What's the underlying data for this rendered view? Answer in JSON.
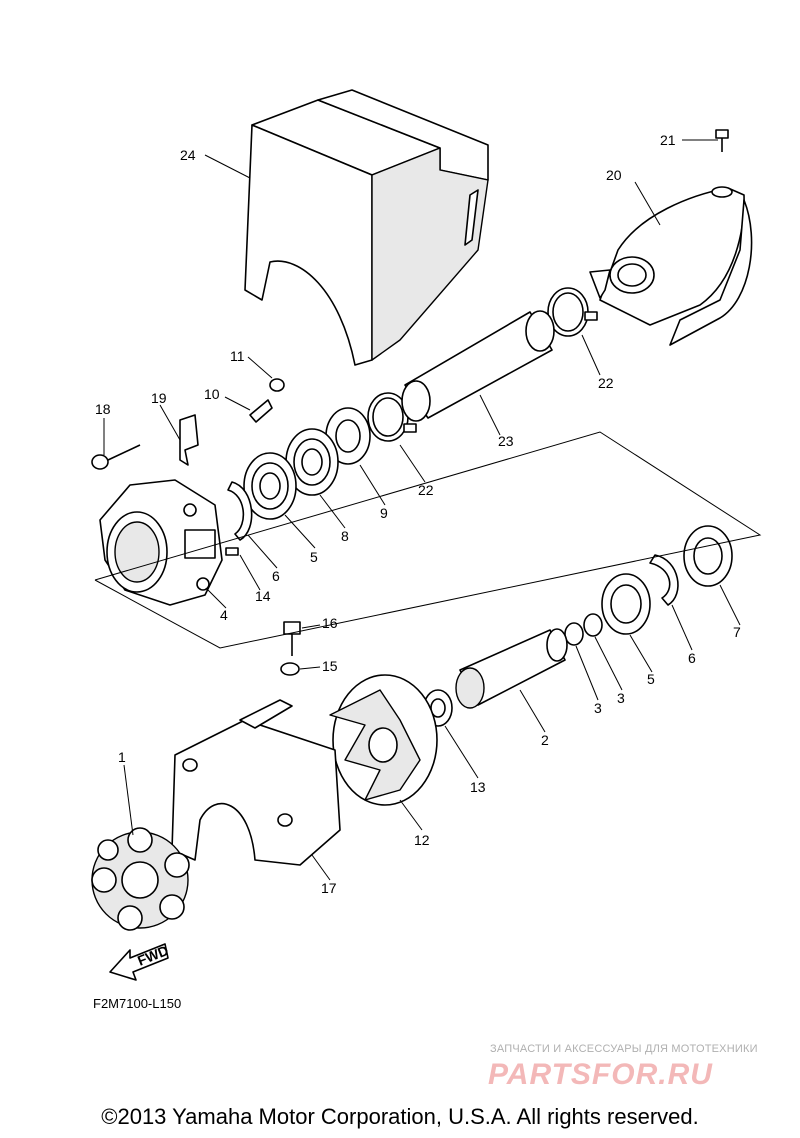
{
  "callouts": {
    "c1": "1",
    "c2": "2",
    "c3a": "3",
    "c3b": "3",
    "c4": "4",
    "c5a": "5",
    "c5b": "5",
    "c6a": "6",
    "c6b": "6",
    "c7": "7",
    "c8": "8",
    "c9": "9",
    "c10": "10",
    "c11": "11",
    "c12": "12",
    "c13": "13",
    "c14": "14",
    "c15": "15",
    "c16": "16",
    "c17": "17",
    "c18": "18",
    "c19": "19",
    "c20": "20",
    "c21": "21",
    "c22a": "22",
    "c22b": "22",
    "c23": "23",
    "c24": "24"
  },
  "fwd_label": "FWD",
  "figure_code": "F2M7100-L150",
  "watermark": {
    "caption": "ЗАПЧАСТИ И АКСЕССУАРЫ ДЛЯ МОТОТЕХНИКИ",
    "logo": "PARTSFOR.RU"
  },
  "copyright": "©2013 Yamaha Motor Corporation, U.S.A. All rights reserved.",
  "colors": {
    "line": "#000000",
    "background": "#ffffff",
    "watermark_logo": "#f3b8b8",
    "watermark_caption": "#b0b0b0"
  }
}
